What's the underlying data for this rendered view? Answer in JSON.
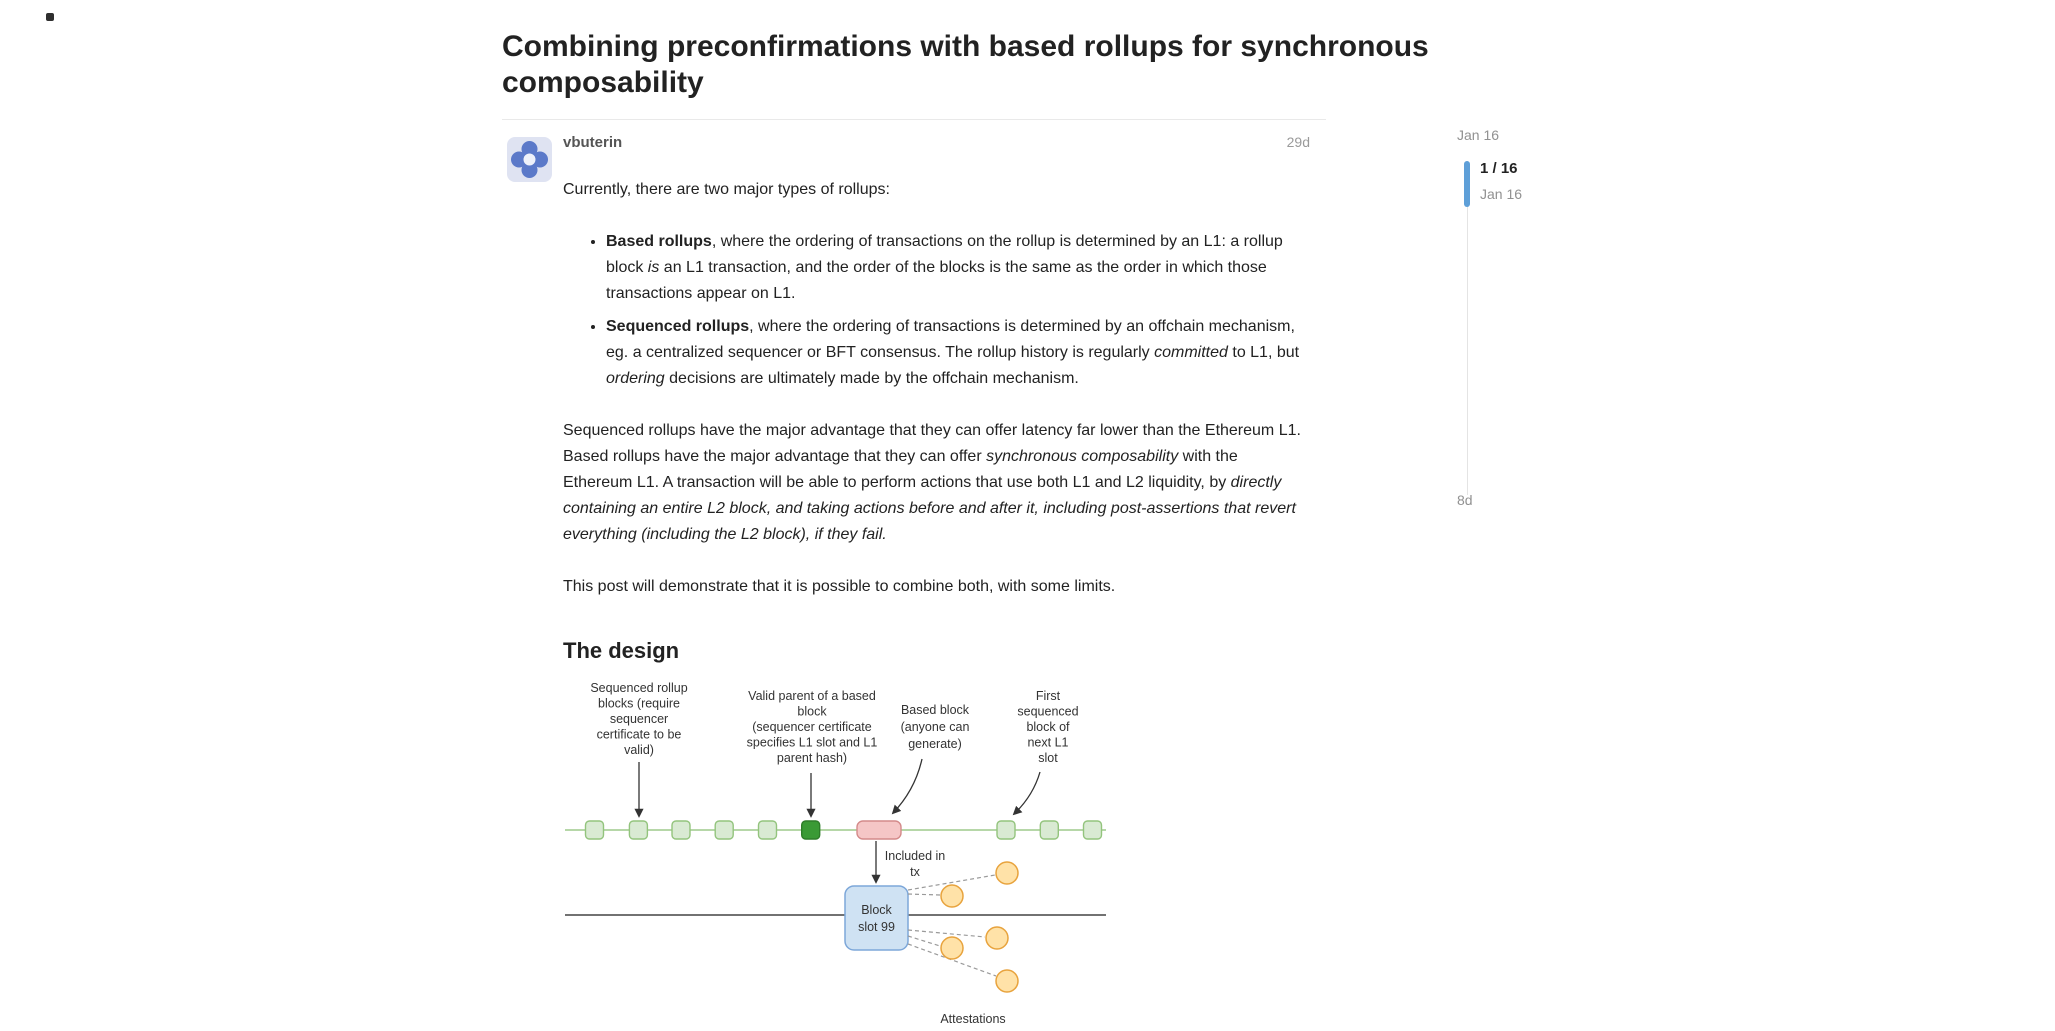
{
  "page": {
    "title": "Combining preconfirmations with based rollups for synchronous composability"
  },
  "post": {
    "username": "vbuterin",
    "age": "29d",
    "intro": "Currently, there are two major types of rollups:",
    "bullet1": {
      "bold": "Based rollups",
      "t1": ", where the ordering of transactions on the rollup is determined by an L1: a rollup block ",
      "i1": "is",
      "t2": " an L1 transaction, and the order of the blocks is the same as the order in which those transactions appear on L1."
    },
    "bullet2": {
      "bold": "Sequenced rollups",
      "t1": ", where the ordering of transactions is determined by an offchain mechanism, eg. a centralized sequencer or BFT consensus. The rollup history is regularly ",
      "i1": "committed",
      "t2": " to L1, but ",
      "i2": "ordering",
      "t3": " decisions are ultimately made by the offchain mechanism."
    },
    "p2": {
      "t1": "Sequenced rollups have the major advantage that they can offer latency far lower than the Ethereum L1. Based rollups have the major advantage that they can offer ",
      "i1": "synchronous composability",
      "t2": " with the Ethereum L1. A transaction will be able to perform actions that use both L1 and L2 liquidity, by ",
      "i2": "directly containing an entire L2 block, and taking actions before and after it, including post-assertions that revert everything (including the L2 block), if they fail."
    },
    "p3": "This post will demonstrate that it is possible to combine both, with some limits.",
    "section_heading": "The design"
  },
  "diagram": {
    "label_sequenced": [
      "Sequenced rollup",
      "blocks (require",
      "sequencer",
      "certificate to be",
      "valid)"
    ],
    "label_valid_parent": [
      "Valid parent of a based",
      "block",
      "(sequencer certificate",
      "specifies L1 slot and L1",
      "parent hash)"
    ],
    "label_based": [
      "Based block",
      "(anyone can",
      "generate)"
    ],
    "label_first_seq": [
      "First",
      "sequenced",
      "block of",
      "next L1",
      "slot"
    ],
    "included_in": [
      "Included in",
      "tx"
    ],
    "block_label": [
      "Block",
      "slot 99"
    ],
    "attestations": "Attestations",
    "colors": {
      "green_fill": "#d9ead3",
      "green_border": "#93c47d",
      "dark_green_fill": "#3a9a35",
      "dark_green_border": "#2e7d29",
      "pink_fill": "#f5c6c6",
      "pink_border": "#d48a8a",
      "blue_fill": "#cfe2f3",
      "blue_border": "#7da7d9",
      "circle_fill": "#ffe2a8",
      "circle_border": "#e8a33d",
      "chain_line": "#b6d7a8"
    }
  },
  "timeline": {
    "start_date": "Jan 16",
    "position": "1 / 16",
    "position_date": "Jan 16",
    "latest": "8d",
    "accent_color": "#5e9fd8"
  }
}
